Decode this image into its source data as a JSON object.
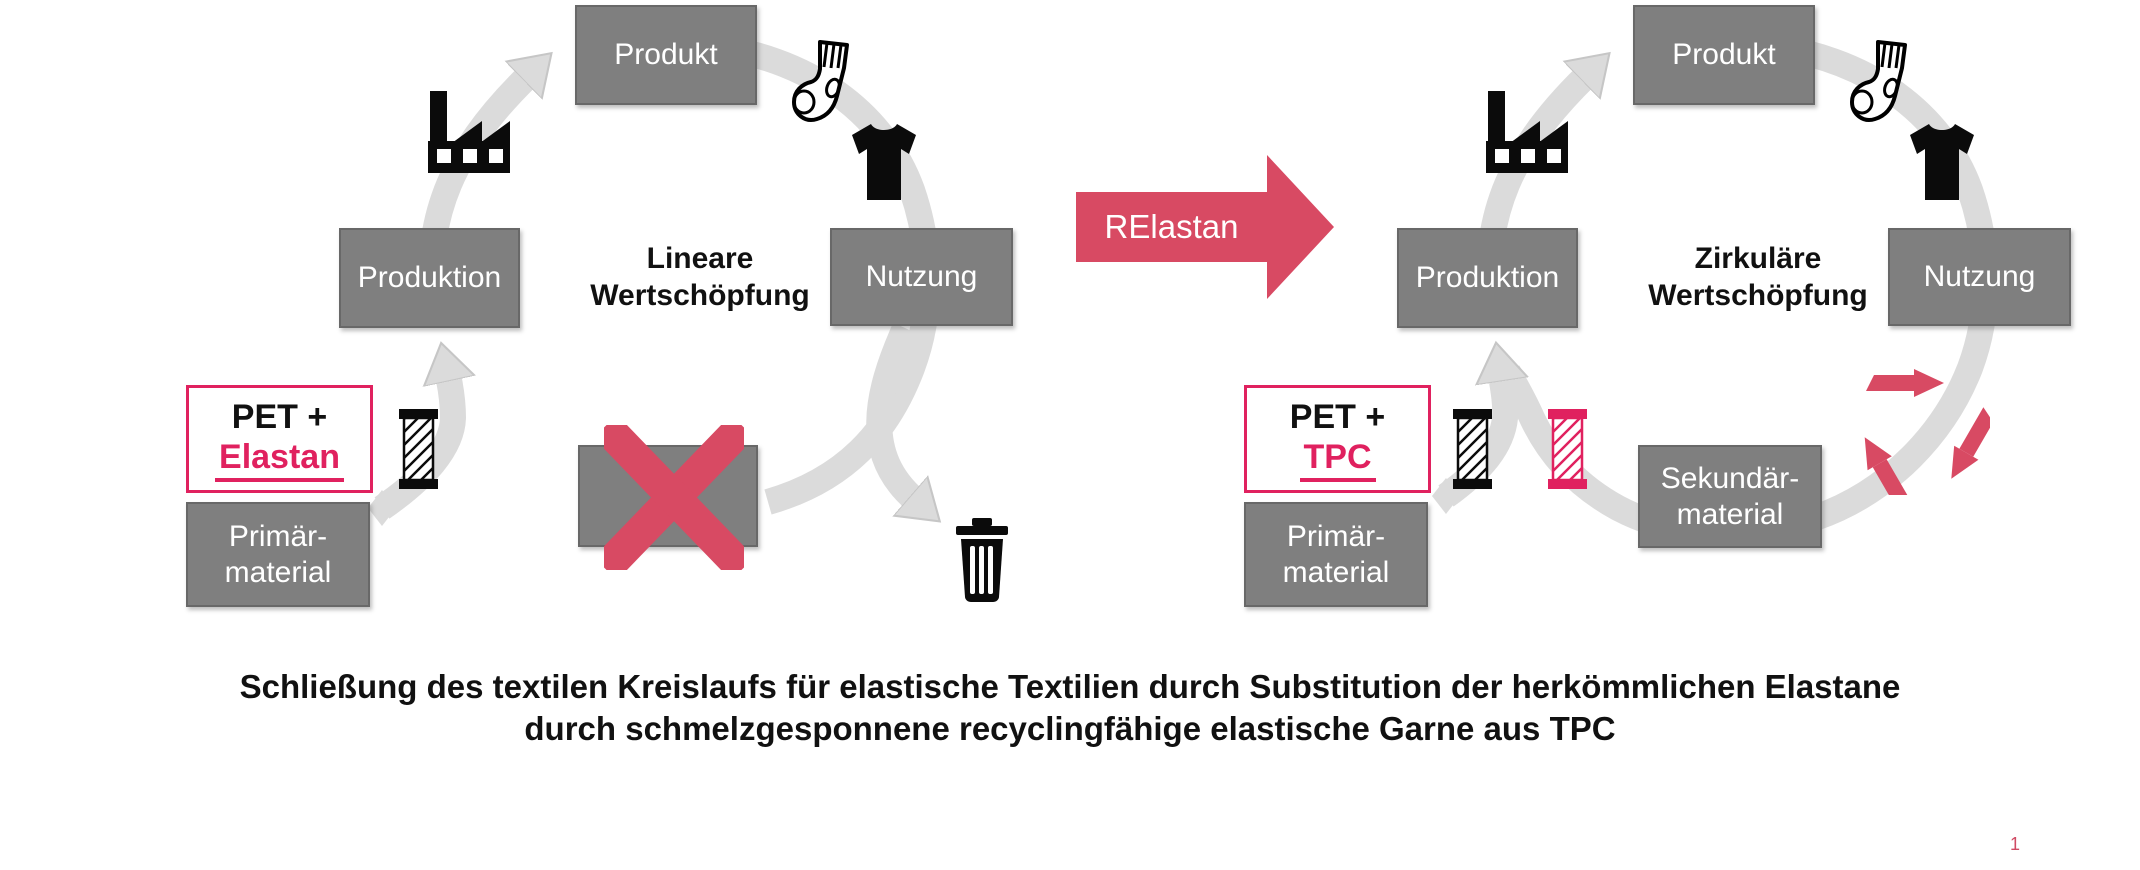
{
  "slide": {
    "caption_line1": "Schließung des textilen Kreislaufs für elastische Textilien durch Substitution der herkömmlichen Elastane",
    "caption_line2": "durch schmelzgesponnene recyclingfähige elastische Garne aus TPC",
    "page_number": "1"
  },
  "colors": {
    "pink_shape": "#d84a63",
    "pink_strong": "#e0215f",
    "box_gray": "#7f7f7f",
    "arrow_gray": "#dbdbdb",
    "icon_black": "#0b0b0b"
  },
  "transition": {
    "label": "RElastan"
  },
  "left_diagram": {
    "title_line1": "Lineare",
    "title_line2": "Wertschöpfung",
    "produkt": "Produkt",
    "produktion": "Produktion",
    "nutzung": "Nutzung",
    "input_line1": "PET +",
    "input_line2": "Elastan",
    "primary_line1": "Primär-",
    "primary_line2": "material",
    "icons": [
      "factory-icon",
      "sock-icon",
      "tshirt-icon",
      "yarn-spool-icon",
      "cross-x-icon",
      "trash-icon"
    ]
  },
  "right_diagram": {
    "title_line1": "Zirkuläre",
    "title_line2": "Wertschöpfung",
    "produkt": "Produkt",
    "produktion": "Produktion",
    "nutzung": "Nutzung",
    "input_line1": "PET +",
    "input_line2": "TPC",
    "primary_line1": "Primär-",
    "primary_line2": "material",
    "secondary_line1": "Sekundär-",
    "secondary_line2": "material",
    "icons": [
      "factory-icon",
      "sock-icon",
      "tshirt-icon",
      "yarn-spool-icon",
      "yarn-spool-pink-icon",
      "recycle-icon"
    ]
  }
}
